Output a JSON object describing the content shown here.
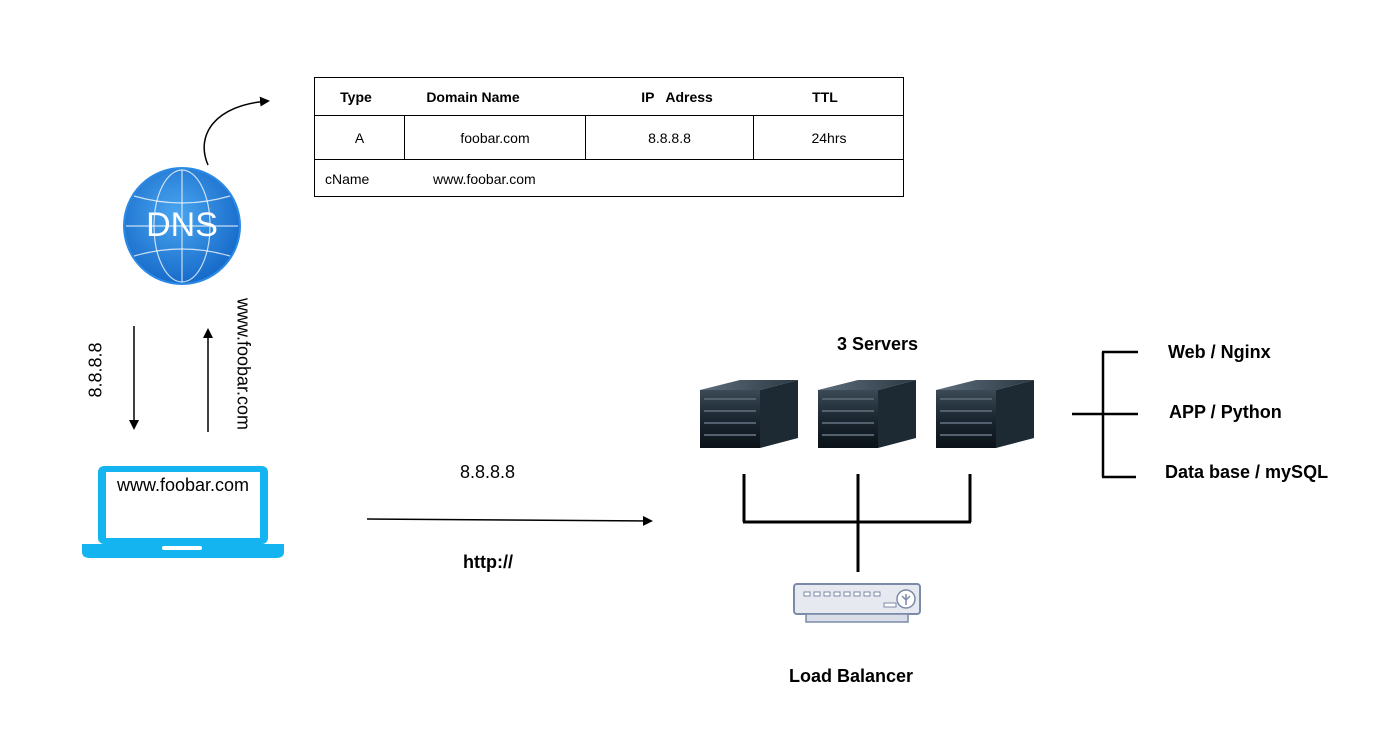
{
  "dns_table": {
    "headers": [
      "Type",
      "Domain Name",
      "IP   Adress",
      "TTL"
    ],
    "row_a": [
      "A",
      "foobar.com",
      "8.8.8.8",
      "24hrs"
    ],
    "row_cname": [
      "cName",
      "www.foobar.com"
    ]
  },
  "dns_icon": {
    "label": "DNS",
    "color": "#1e7fd8"
  },
  "arrows": {
    "down_label": "8.8.8.8",
    "up_label": "www.foobar.com",
    "request_ip": "8.8.8.8",
    "request_protocol": "http://"
  },
  "laptop": {
    "screen_text": "www.foobar.com",
    "color": "#14b4f0"
  },
  "servers": {
    "title": "3 Servers"
  },
  "stack": {
    "items": [
      "Web / Nginx",
      "APP / Python",
      "Data base / mySQL"
    ]
  },
  "load_balancer": {
    "label": "Load Balancer"
  }
}
